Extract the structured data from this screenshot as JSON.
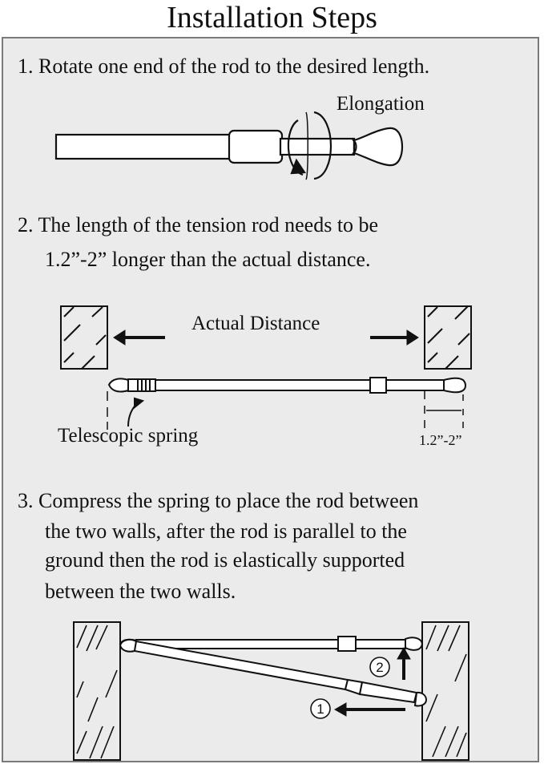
{
  "title": "Installation Steps",
  "steps": [
    {
      "number": "1.",
      "lines": [
        "Rotate one end of the rod to the desired length."
      ]
    },
    {
      "number": "2.",
      "lines": [
        "The length of the tension rod needs to be",
        "1.2”-2” longer than the actual distance."
      ]
    },
    {
      "number": "3.",
      "lines": [
        "Compress the spring to place the rod between",
        "the two walls, after the rod is parallel to the",
        "ground then the rod is elastically supported",
        "between the two walls."
      ]
    }
  ],
  "labels": {
    "elongation": "Elongation",
    "actual_distance": "Actual Distance",
    "telescopic_spring": "Telescopic spring",
    "extra_length": "1.2”-2”",
    "marker_1": "1",
    "marker_2": "2"
  },
  "colors": {
    "panel_bg": "#ebebeb",
    "panel_border": "#7a7a7a",
    "rod_fill": "#ffffff",
    "line": "#111111"
  }
}
